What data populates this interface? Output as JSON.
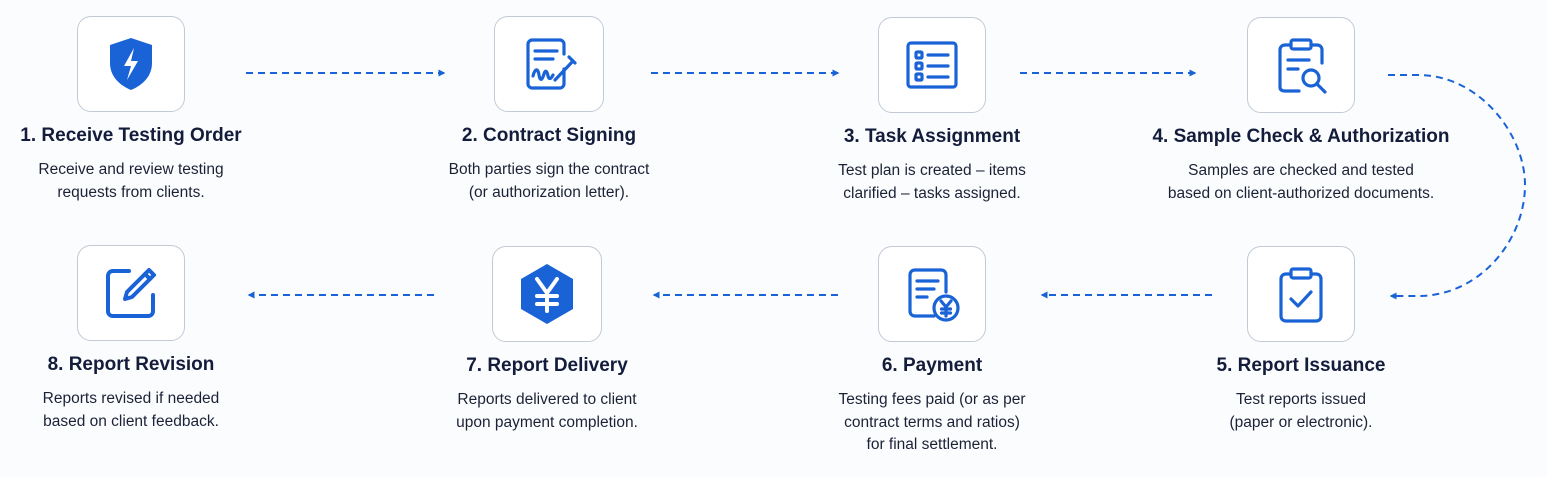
{
  "accent_color": "#1a63d6",
  "steps": [
    {
      "icon": "shield-lightning-icon",
      "title": "1. Receive Testing Order",
      "description": [
        "Receive and review testing",
        "requests from clients."
      ]
    },
    {
      "icon": "contract-signature-icon",
      "title": "2. Contract Signing",
      "description": [
        "Both parties sign the contract",
        "(or authorization letter)."
      ]
    },
    {
      "icon": "task-list-icon",
      "title": "3. Task Assignment",
      "description": [
        "Test plan is created – items",
        "clarified – tasks assigned."
      ]
    },
    {
      "icon": "clipboard-search-icon",
      "title": "4. Sample Check & Authorization",
      "description": [
        "Samples are checked and tested",
        "based on client-authorized documents."
      ]
    },
    {
      "icon": "clipboard-check-icon",
      "title": "5. Report Issuance",
      "description": [
        "Test reports issued",
        "(paper or electronic)."
      ]
    },
    {
      "icon": "invoice-yen-icon",
      "title": "6. Payment",
      "description": [
        "Testing fees paid (or as per",
        "contract terms and ratios)",
        "for final settlement."
      ]
    },
    {
      "icon": "yen-hexagon-icon",
      "title": "7. Report Delivery",
      "description": [
        "Reports delivered to client",
        "upon payment completion."
      ]
    },
    {
      "icon": "edit-pencil-icon",
      "title": "8. Report Revision",
      "description": [
        "Reports revised if needed",
        "based on client feedback."
      ]
    }
  ]
}
